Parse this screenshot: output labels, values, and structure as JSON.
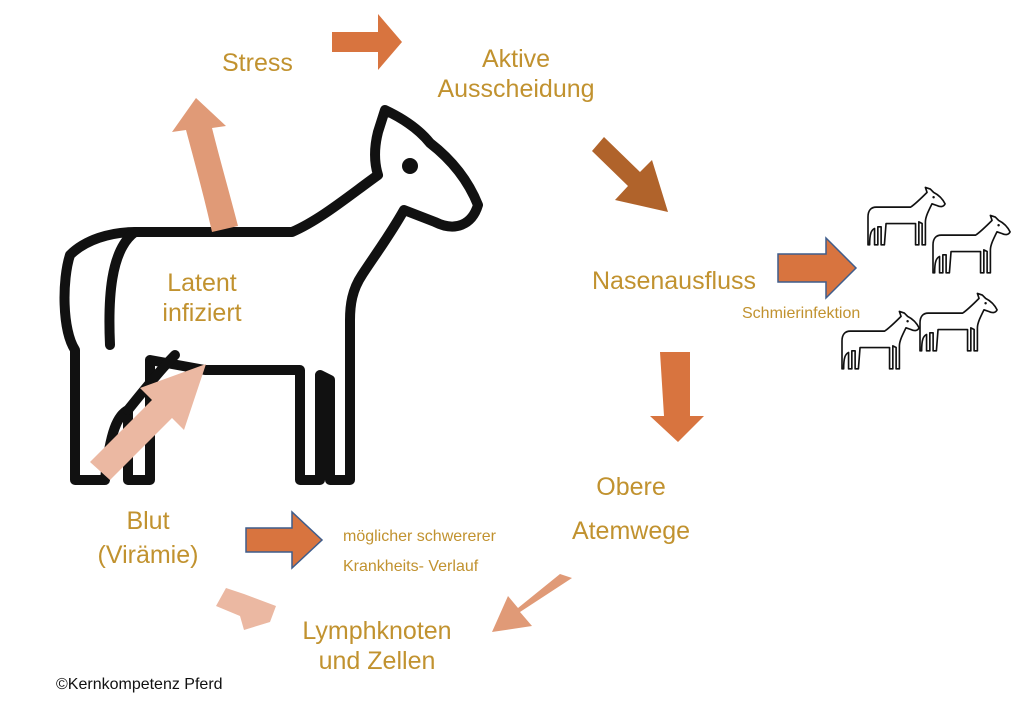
{
  "labels": {
    "stress": "Stress",
    "aktive_line1": "Aktive",
    "aktive_line2": "Ausscheidung",
    "nasenausfluss": "Nasenausfluss",
    "schmierinfektion": "Schmierinfektion",
    "obere_line1": "Obere",
    "obere_line2": "Atemwege",
    "lymph_line1": "Lymphknoten",
    "lymph_line2": "und  Zellen",
    "blut_line1": "Blut",
    "blut_line2": "(Virämie)",
    "moeglich_line1": "möglicher schwererer",
    "moeglich_line2": "Krankheits-  Verlauf",
    "latent_line1": "Latent",
    "latent_line2": "infiziert"
  },
  "copyright": "©Kernkompetenz Pferd",
  "colors": {
    "text": "#c1922f",
    "arrow_orange": "#d8743f",
    "arrow_brown": "#b0632b",
    "arrow_salmon": "#e09a77",
    "arrow_pink": "#ebb8a2",
    "arrow_outline": "#3f5d8c",
    "horse_stroke": "#111111"
  },
  "icons": [
    "horse-icon",
    "horse-herd-icon"
  ]
}
